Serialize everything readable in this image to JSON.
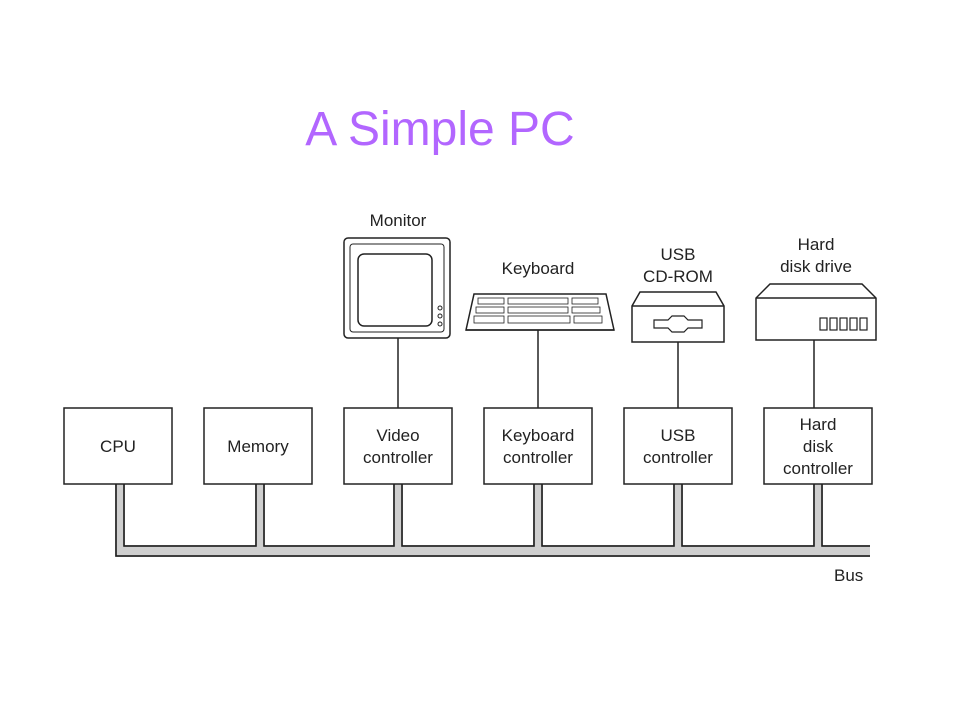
{
  "title": "A Simple PC",
  "diagram": {
    "controllers": [
      {
        "lines": [
          "CPU"
        ]
      },
      {
        "lines": [
          "Memory"
        ]
      },
      {
        "lines": [
          "Video",
          "controller"
        ]
      },
      {
        "lines": [
          "Keyboard",
          "controller"
        ]
      },
      {
        "lines": [
          "USB",
          "controller"
        ]
      },
      {
        "lines": [
          "Hard",
          "disk",
          "controller"
        ]
      }
    ],
    "devices": [
      {
        "lines": [
          "Monitor"
        ]
      },
      {
        "lines": [
          "Keyboard"
        ]
      },
      {
        "lines": [
          "USB",
          "CD-ROM"
        ]
      },
      {
        "lines": [
          "Hard",
          "disk drive"
        ]
      }
    ],
    "bus_label": "Bus"
  }
}
